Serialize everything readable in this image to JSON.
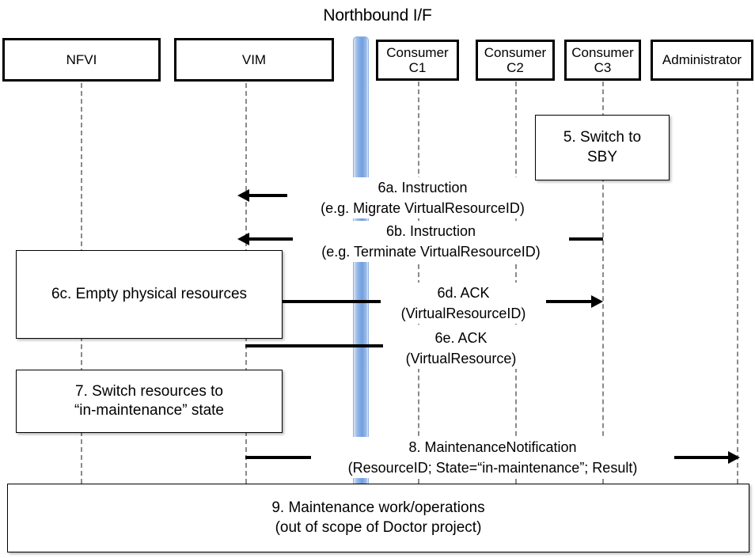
{
  "diagram": {
    "title": "Northbound I/F",
    "type": "uml-sequence-diagram",
    "colors": {
      "interface_bar": "#6e9fe0",
      "box_border": "#000000",
      "lifeline": "#8a8a8a",
      "background": "#ffffff"
    }
  },
  "participants": [
    {
      "id": "nfvi",
      "label": "NFVI"
    },
    {
      "id": "vim",
      "label": "VIM"
    },
    {
      "id": "c1",
      "label": "Consumer\nC1"
    },
    {
      "id": "c2",
      "label": "Consumer\nC2"
    },
    {
      "id": "c3",
      "label": "Consumer\nC3"
    },
    {
      "id": "admin",
      "label": "Administrator"
    }
  ],
  "notes": [
    {
      "id": "note5",
      "label": "5. Switch to\nSBY"
    },
    {
      "id": "note6c",
      "label": "6c. Empty physical resources"
    },
    {
      "id": "note7",
      "label": "7. Switch resources to\n“in-maintenance” state"
    },
    {
      "id": "note9",
      "label": "9. Maintenance work/operations\n(out of scope of Doctor project)"
    }
  ],
  "messages": [
    {
      "id": "m6a",
      "label": "6a. Instruction\n(e.g. Migrate VirtualResourceID)",
      "from": "c2",
      "to": "vim",
      "direction": "left"
    },
    {
      "id": "m6b",
      "label": "6b. Instruction\n(e.g. Terminate VirtualResourceID)",
      "from": "c3",
      "to": "vim",
      "direction": "left"
    },
    {
      "id": "m6d",
      "label": "6d. ACK\n(VirtualResourceID)",
      "from": "vim",
      "to": "c3",
      "direction": "right"
    },
    {
      "id": "m6e",
      "label": "6e. ACK\n(VirtualResource)",
      "from": "vim",
      "to": "c2",
      "direction": "right"
    },
    {
      "id": "m8",
      "label": "8.      MaintenanceNotification\n(ResourceID; State=“in-maintenance”; Result)",
      "from": "vim",
      "to": "admin",
      "direction": "right"
    }
  ]
}
